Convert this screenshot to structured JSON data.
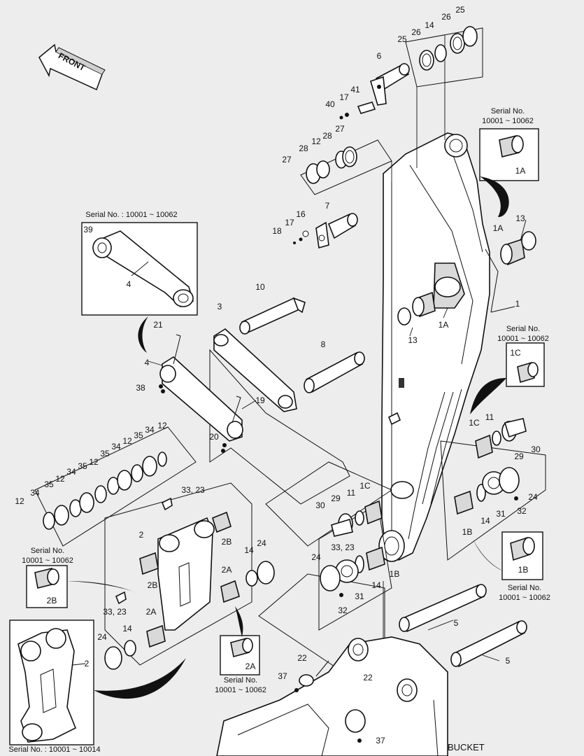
{
  "front_label": "FRONT",
  "bucket_label": "BUCKET",
  "serial_notes": {
    "s_1a": [
      "Serial No.",
      "10001 ~ 10062"
    ],
    "s_1c": [
      "Serial No.",
      "10001 ~ 10062"
    ],
    "s_1b": [
      "Serial No.",
      "10001 ~ 10062"
    ],
    "s_2b": [
      "Serial No.",
      "10001 ~ 10062"
    ],
    "s_2a": [
      "Serial No.",
      "10001 ~ 10062"
    ],
    "s_4": "Serial No. : 10001 ~ 10062",
    "s_2": "Serial No. : 10001 ~ 10014"
  },
  "callouts": {
    "c25a": "25",
    "c26a": "26",
    "c14a": "14",
    "c26b": "26",
    "c25b": "25",
    "c6": "6",
    "c41": "41",
    "c17a": "17",
    "c40": "40",
    "c27a": "27",
    "c28a": "28",
    "c12a": "12",
    "c28b": "28",
    "c27b": "27",
    "c7": "7",
    "c16": "16",
    "c17b": "17",
    "c18": "18",
    "c39": "39",
    "c4a": "4",
    "c10": "10",
    "c3": "3",
    "c8": "8",
    "c21": "21",
    "c4b": "4",
    "c38": "38",
    "c19": "19",
    "c20": "20",
    "c1": "1",
    "c1a1": "1A",
    "c13a": "13",
    "c1a2": "1A",
    "c13b": "13",
    "c1c1": "1C",
    "c11a": "11",
    "c29a": "29",
    "c30a": "30",
    "c24a": "24",
    "c31a": "31",
    "c32a": "32",
    "c14b": "14",
    "c1b1": "1B",
    "c12b": "12",
    "c34a": "34",
    "c35a": "35",
    "c12c": "12",
    "c34b": "34",
    "c35b": "35",
    "c12d": "12",
    "c35c": "35",
    "c12e": "12",
    "c35d": "35",
    "c34c": "34",
    "c12f": "12",
    "c3323a": "33, 23",
    "c2a": "2",
    "c2b1": "2B",
    "c2b2": "2B",
    "c2a1": "2A",
    "c2a2": "2A",
    "c14c": "14",
    "c24b": "24",
    "c3323b": "33, 23",
    "c30b": "30",
    "c29b": "29",
    "c11b": "11",
    "c1c2": "1C",
    "c3323c": "33, 23",
    "c24c": "24",
    "c31b": "31",
    "c32b": "32",
    "c14d": "14",
    "c1b2": "1B",
    "c5a": "5",
    "c5b": "5",
    "c24d": "24",
    "c14e": "14",
    "c2": "2",
    "c22a": "22",
    "c37a": "37",
    "c22b": "22",
    "c37b": "37",
    "box_1a": "1A",
    "box_1c": "1C",
    "box_1b": "1B",
    "box_2b": "2B",
    "box_2a": "2A"
  }
}
